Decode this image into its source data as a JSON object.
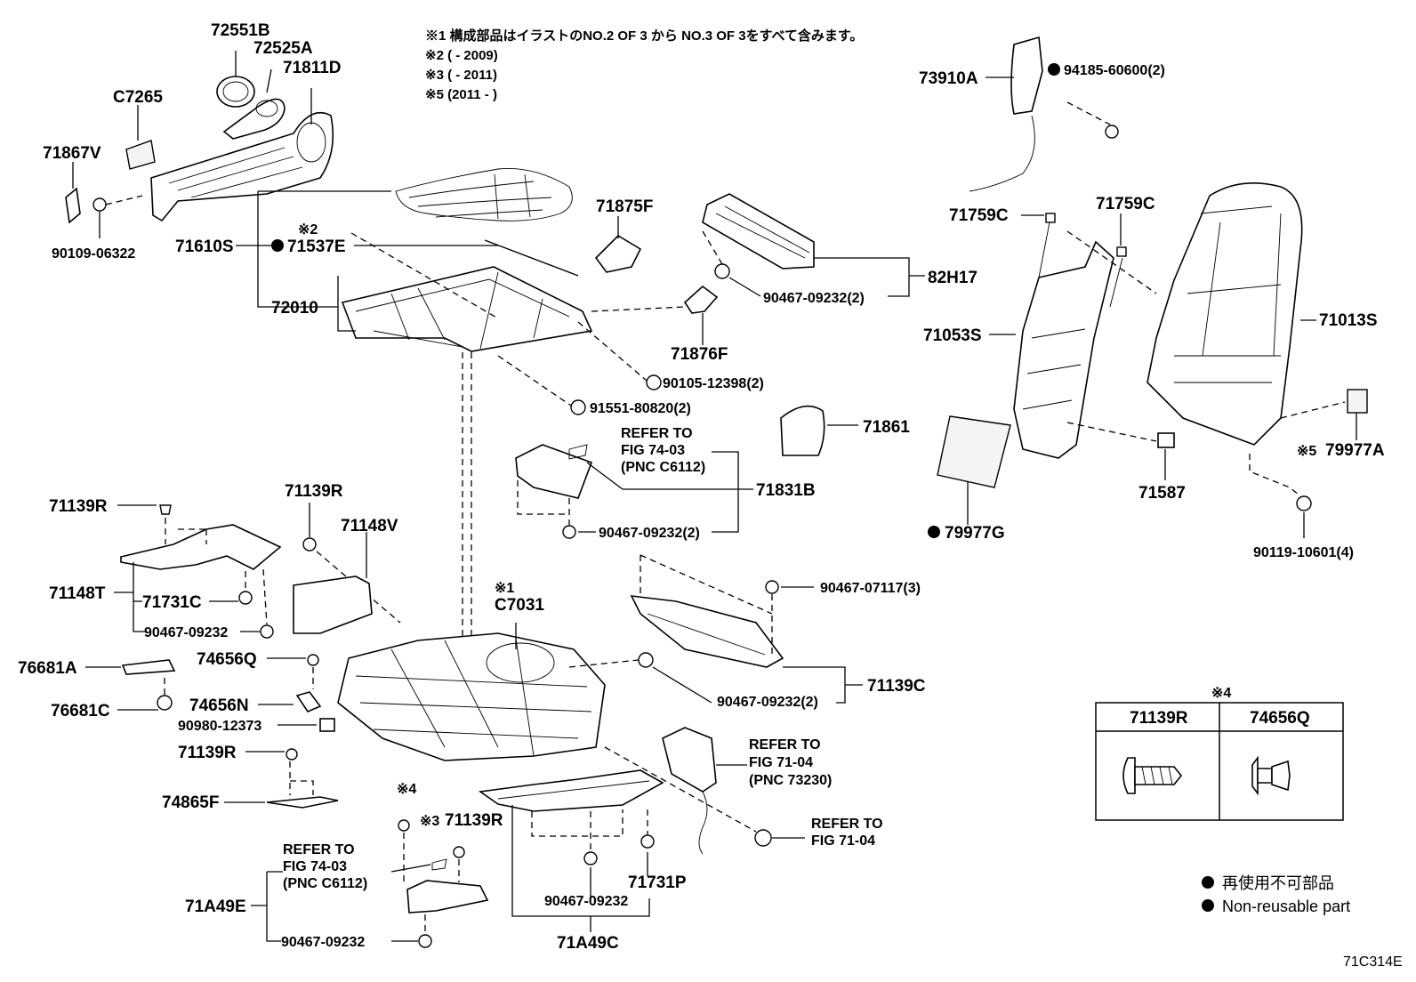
{
  "notes": {
    "n1": "※1 構成部品はイラストのNO.2 OF 3 から NO.3 OF 3をすべて含みます。",
    "n2": "※2 (        - 2009)",
    "n3": "※3 (        - 2011)",
    "n5": "※5 (2011 -        )"
  },
  "callouts": {
    "c72551B": "72551B",
    "c72525A": "72525A",
    "c71811D": "71811D",
    "cC7265": "C7265",
    "c71867V": "71867V",
    "c90109": "90109-06322",
    "c71610S": "71610S",
    "c71537E": "71537E",
    "c72010": "72010",
    "c71875F": "71875F",
    "c71876F": "71876F",
    "c82H17": "82H17",
    "c90467_09232_2a": "90467-09232(2)",
    "c90105": "90105-12398(2)",
    "c91551": "91551-80820(2)",
    "c71861": "71861",
    "c71831B": "71831B",
    "cRefer7403a": "REFER TO",
    "cFig7403a": "FIG 74-03",
    "cPnc6112a": "(PNC C6112)",
    "c90467_09232_2b": "90467-09232(2)",
    "c73910A": "73910A",
    "c94185": "94185-60600(2)",
    "c71759C_a": "71759C",
    "c71759C_b": "71759C",
    "c71013S": "71013S",
    "c71053S": "71053S",
    "c79977A": "79977A",
    "c71587": "71587",
    "c79977G": "79977G",
    "c90119": "90119-10601(4)",
    "c71139R_a": "71139R",
    "c71139R_b": "71139R",
    "c71148V": "71148V",
    "c71148T": "71148T",
    "c71731C": "71731C",
    "c90467_09232_a": "90467-09232",
    "cC7031": "C7031",
    "c90467_07117": "90467-07117(3)",
    "c76681A": "76681A",
    "c746560": "74656Q",
    "c76681C": "76681C",
    "c74656N": "74656N",
    "c90980": "90980-12373",
    "c71139C": "71139C",
    "c90467_09232_2c": "90467-09232(2)",
    "c71139R_c": "71139R",
    "c74865F": "74865F",
    "cRefer7104a": "REFER TO",
    "cFig7104a": "FIG 71-04",
    "cPnc73230": "(PNC 73230)",
    "cRefer7104b": "REFER TO",
    "cFig7104b": "FIG 71-04",
    "c71139R_d": "71139R",
    "c71731P": "71731P",
    "c90467_09232_b": "90467-09232",
    "c71A49C": "71A49C",
    "cRefer7403b": "REFER TO",
    "cFig7403b": "FIG 74-03",
    "cPnc6112b": "(PNC C6112)",
    "c71A49E": "71A49E",
    "c90467_09232_c": "90467-09232"
  },
  "marks": {
    "x1": "※1",
    "x2": "※2",
    "x3": "※3",
    "x4a": "※4",
    "x4b": "※4",
    "x5": "※5"
  },
  "table": {
    "col1": "71139R",
    "col2": "74656Q"
  },
  "legend": {
    "jp": "再使用不可部品",
    "en": "Non-reusable part"
  },
  "figure_code": "71C314E"
}
